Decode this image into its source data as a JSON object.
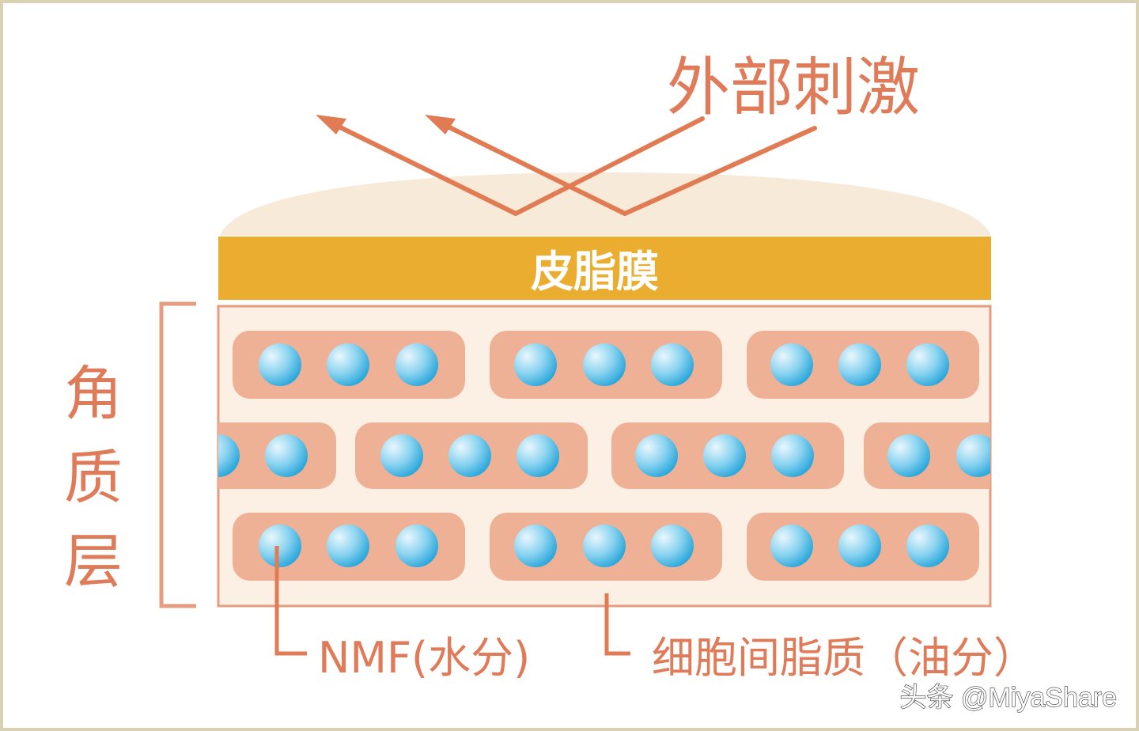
{
  "title_external": "外部刺激",
  "sebum_label": "皮脂膜",
  "stratum_label": [
    "角",
    "质",
    "层"
  ],
  "nmf_label": "NMF(水分)",
  "lipid_label": "细胞间脂质（油分）",
  "watermark": "头条 @MiyaShare",
  "colors": {
    "frame": "#d9d1b3",
    "accent": "#e07b54",
    "text_orange": "#df7b59",
    "sebum_band": "#eaad2f",
    "mound": "#f7ead8",
    "cell": "#efb195",
    "matrix": "#fcefe3",
    "dot_light": "#e9f7fd",
    "dot_dark": "#2da8db"
  }
}
